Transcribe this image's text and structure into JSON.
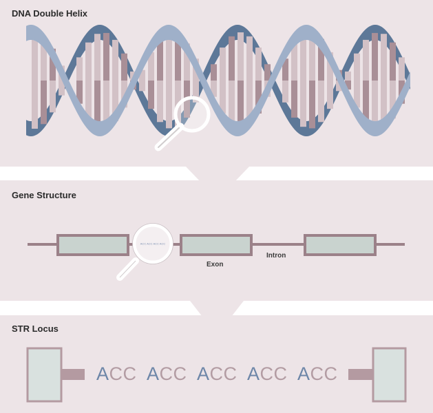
{
  "sections": {
    "dna": {
      "title": "DNA Double Helix"
    },
    "gene": {
      "title": "Gene Structure",
      "exon_label": "Exon",
      "intron_label": "Intron",
      "magnifier_text": "ACC ACC ACC ACC"
    },
    "str": {
      "title": "STR Locus",
      "repeat_first": "A",
      "repeat_rest": "CC",
      "repeat_count": 5
    }
  },
  "colors": {
    "background": "#ede4e7",
    "strand_light": "#9fb0c9",
    "strand_dark": "#5d7898",
    "base_rose": "#a98f97",
    "base_pink": "#d2c1c6",
    "exon_fill": "#c9d3cf",
    "exon_border": "#9b8189",
    "acc_blue": "#6d86a8",
    "acc_rose": "#b39ca3"
  }
}
